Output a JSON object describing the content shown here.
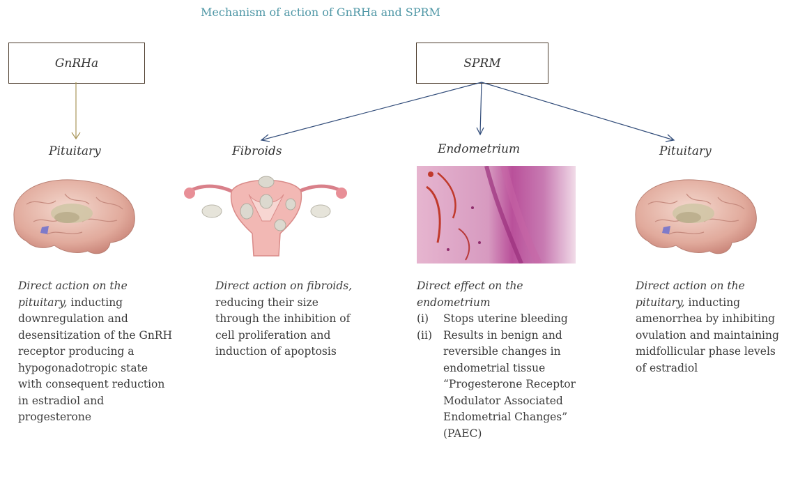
{
  "title": "Mechanism of action of GnRHa and SPRM",
  "boxes": {
    "gnrha": "GnRHa",
    "sprm": "SPRM"
  },
  "targets": {
    "pituitary_gnrha": "Pituitary",
    "fibroids": "Fibroids",
    "endometrium": "Endometrium",
    "pituitary_sprm": "Pituitary"
  },
  "descriptions": {
    "gnrha_pituitary": {
      "lead": "Direct action on the pituitary,",
      "rest": " inducting downregulation and desensitization of the GnRH receptor producing a hypogonadotropic state with consequent reduction in estradiol and progesterone"
    },
    "fibroids": {
      "lead": "Direct action on fibroids,",
      "rest": " reducing their size through the inhibition of cell proliferation and induction of apoptosis"
    },
    "endometrium": {
      "lead": "Direct effect on the endometrium",
      "items": [
        {
          "num": "(i)",
          "text": "Stops uterine bleeding"
        },
        {
          "num": "(ii)",
          "text": "Results in benign and reversible changes in endometrial tissue “Progesterone Receptor Modulator Associated Endometrial Changes” (PAEC)"
        }
      ]
    },
    "sprm_pituitary": {
      "lead": "Direct action on the pituitary,",
      "rest": " inducting amenorrhea by inhibiting ovulation and maintaining midfollicular phase levels of estradiol"
    }
  },
  "colors": {
    "title": "#4f97a6",
    "arrow_gnrha": "#a8965a",
    "arrow_sprm": "#2f4a78",
    "box_border": "#4a3a2a"
  }
}
